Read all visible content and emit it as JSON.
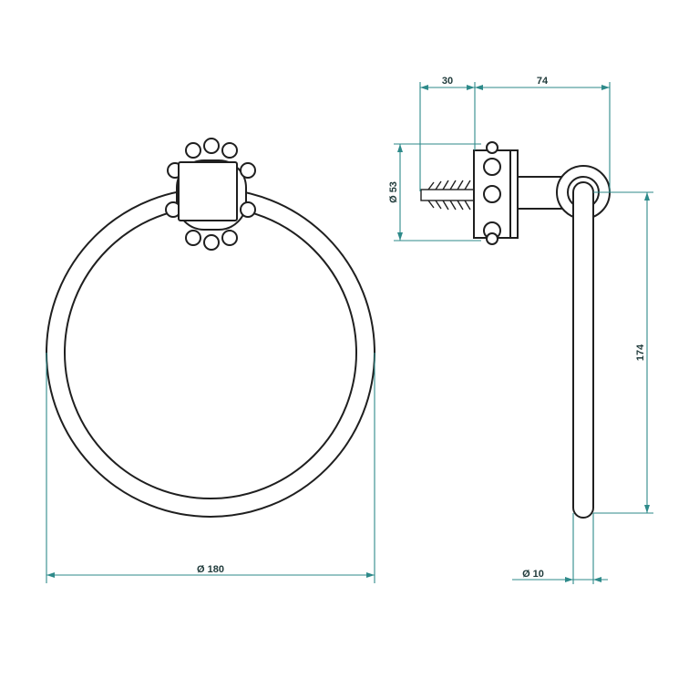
{
  "drawing": {
    "colors": {
      "outline": "#1f1f1f",
      "dimension": "#2e8a8a",
      "text": "#1f3a3a"
    },
    "front_view": {
      "ring_diameter_label": "Ø 180"
    },
    "side_view": {
      "depth_wall_label": "30",
      "projection_label": "74",
      "base_diameter_label": "Ø 53",
      "drop_height_label": "174",
      "rod_diameter_label": "Ø 10"
    }
  }
}
